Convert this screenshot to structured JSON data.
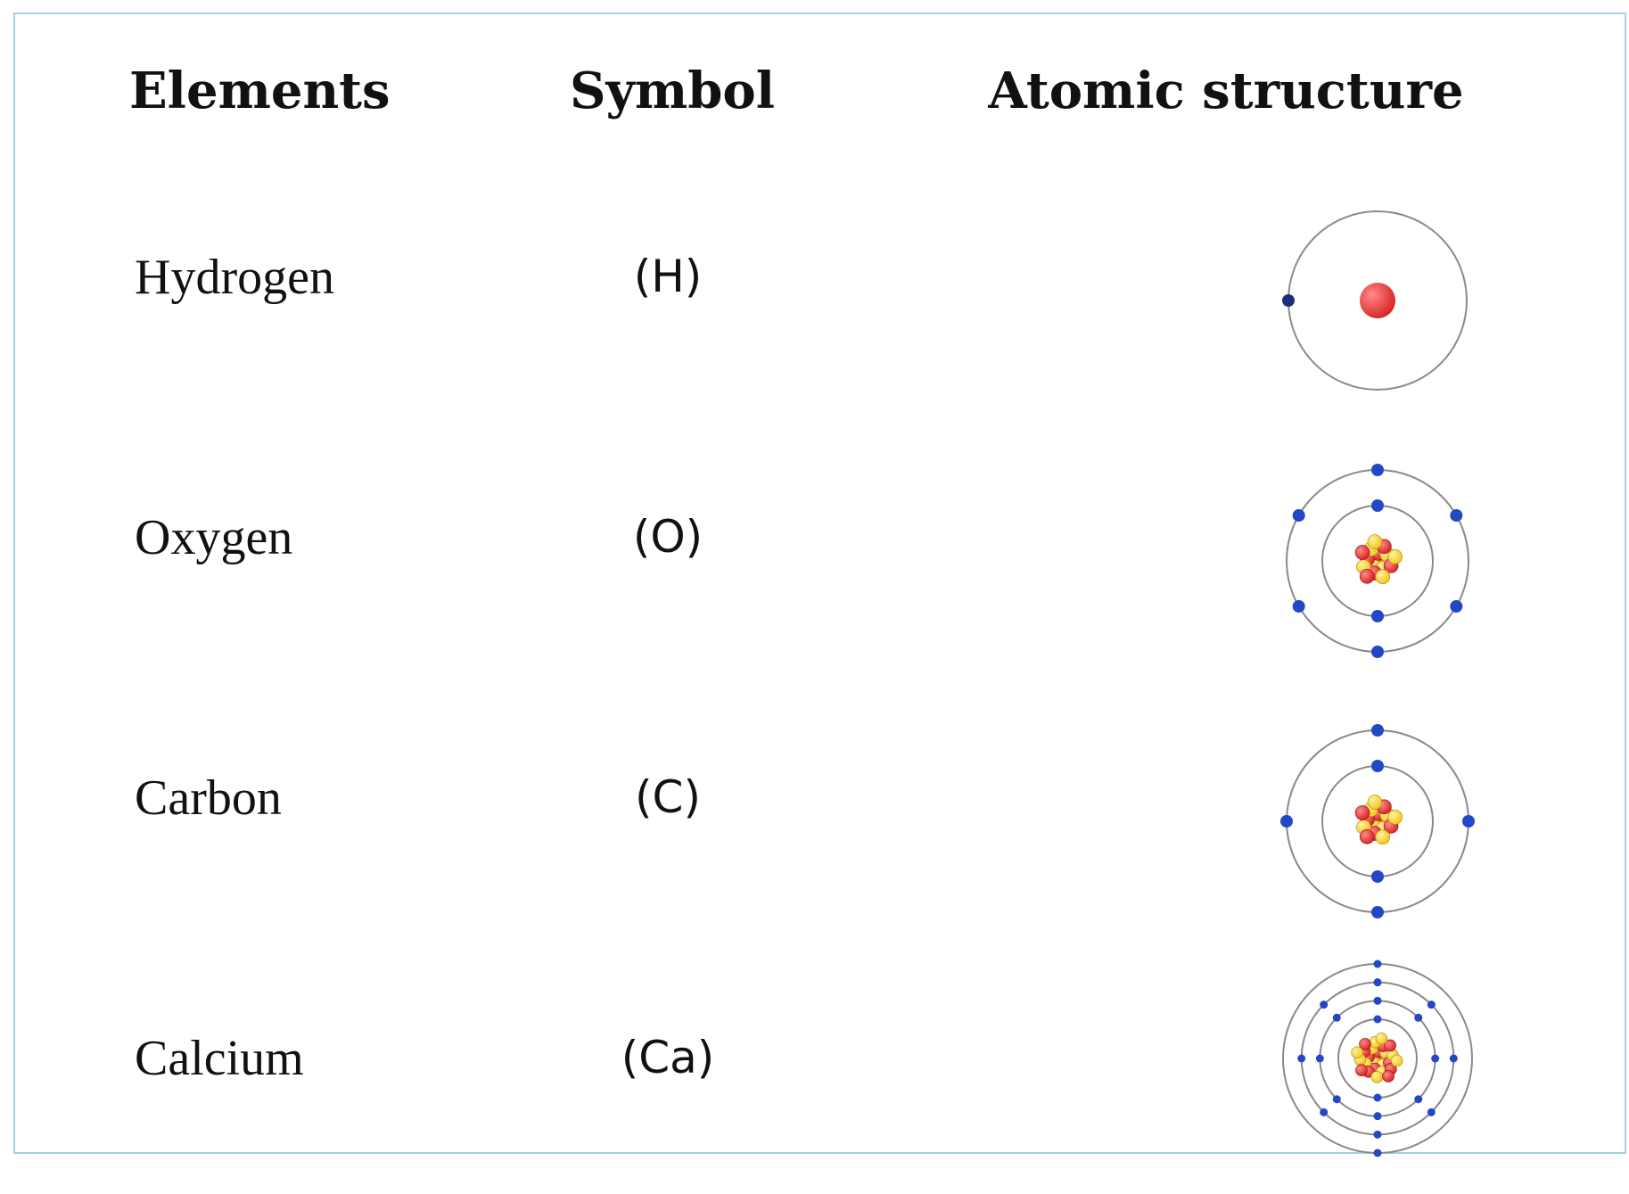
{
  "table": {
    "headers": {
      "elements": "Elements",
      "symbol": "Symbol",
      "structure": "Atomic structure"
    },
    "rows": [
      {
        "element": "Hydrogen",
        "symbol": "(H)",
        "shells": [
          1
        ],
        "nucleus": "single-proton"
      },
      {
        "element": "Oxygen",
        "symbol": "(O)",
        "shells": [
          2,
          6
        ],
        "nucleus": "cluster"
      },
      {
        "element": "Carbon",
        "symbol": "(C)",
        "shells": [
          2,
          4
        ],
        "nucleus": "cluster"
      },
      {
        "element": "Calcium",
        "symbol": "(Ca)",
        "shells": [
          2,
          8,
          8,
          2
        ],
        "nucleus": "cluster"
      }
    ]
  },
  "colors": {
    "frame_border": "#9fd3df",
    "orbit": "#8a8a8a",
    "electron": "#2348c6",
    "electron_dark": "#1c2f7a",
    "proton": "#d62222",
    "neutron": "#f0c419",
    "text": "#111111"
  }
}
